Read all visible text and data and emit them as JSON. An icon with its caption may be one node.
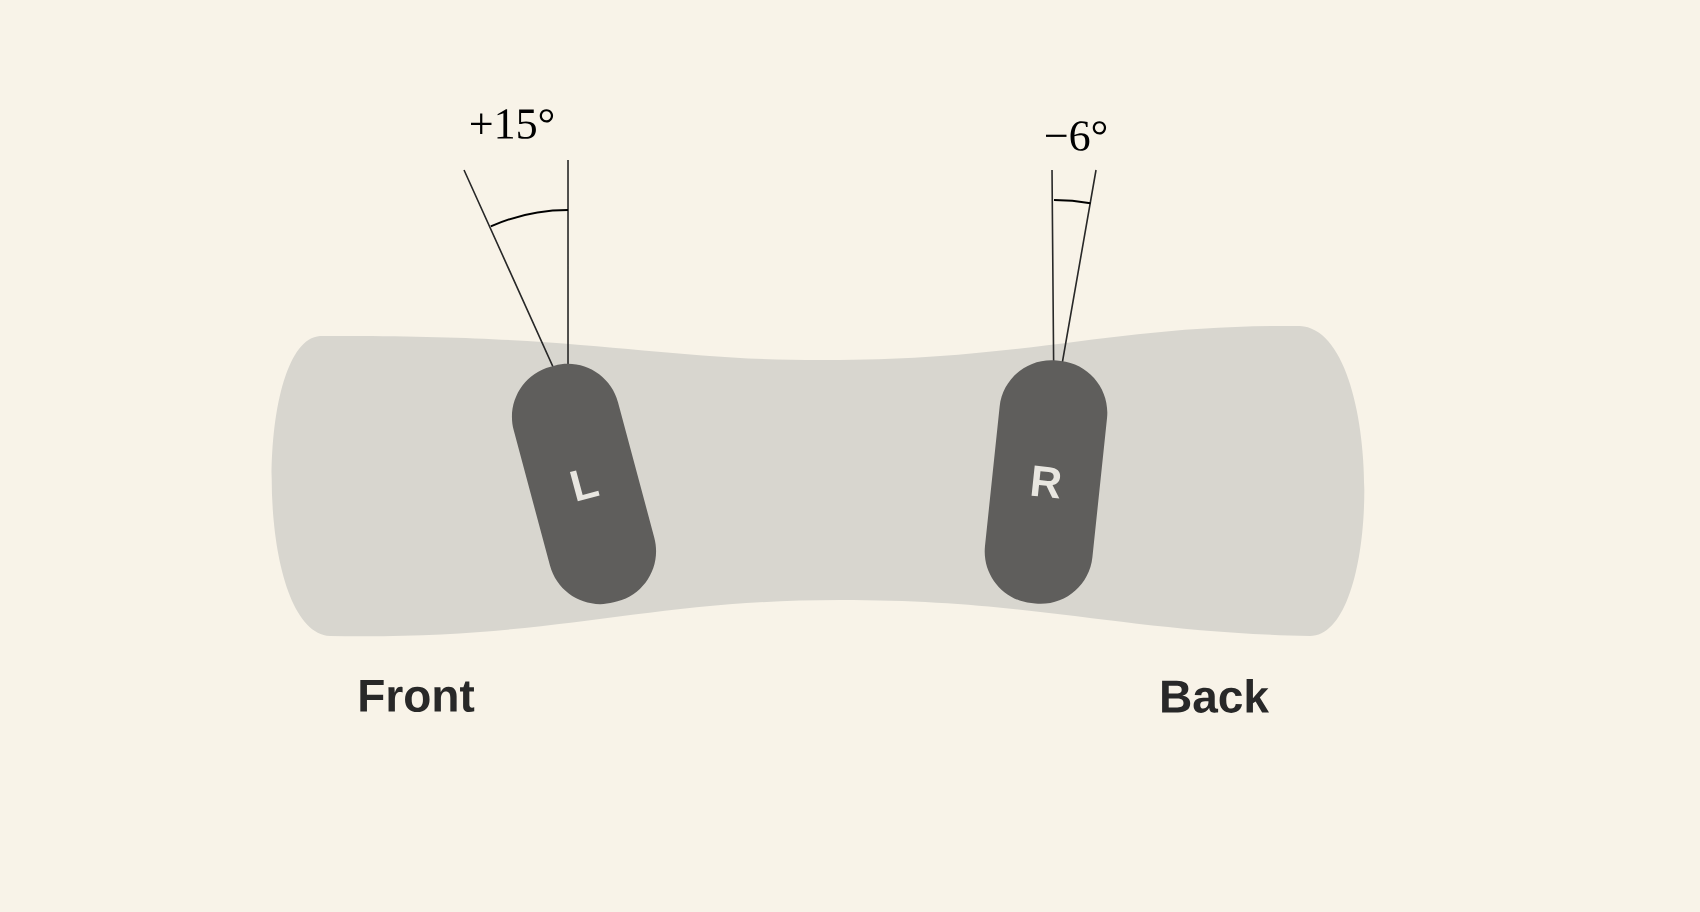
{
  "diagram": {
    "nodes": [
      {
        "text": [
          "L"
        ]
      },
      {
        "text": [
          "R"
        ]
      }
    ],
    "labels": [
      "+15°",
      "−6°",
      "Front",
      "Back"
    ]
  }
}
